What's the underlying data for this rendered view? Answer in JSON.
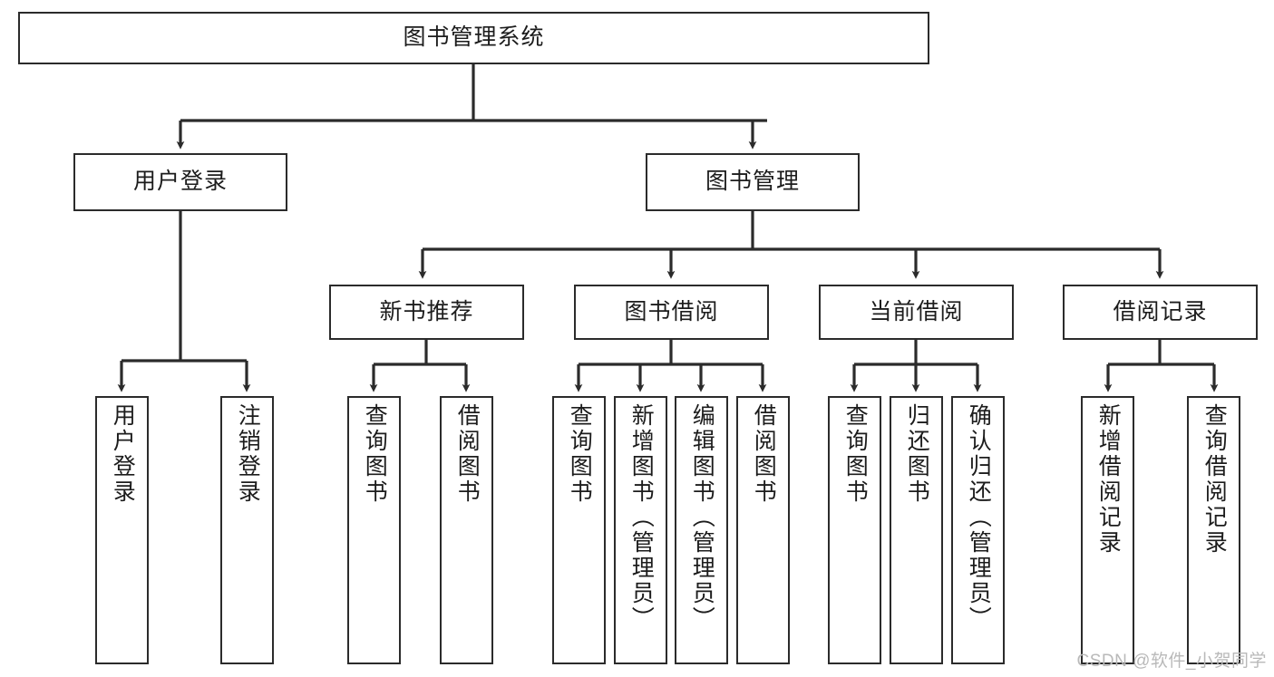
{
  "diagram": {
    "title": "图书管理系统",
    "type": "tree-hierarchy",
    "watermark": "CSDN @软件_小贺同学",
    "colors": {
      "box_border": "#2b2b2b",
      "box_fill": "#ffffff",
      "edge": "#2b2b2b",
      "text": "#1c1c1c",
      "watermark": "#b9b9b9",
      "background": "#ffffff"
    },
    "nodes": {
      "root": {
        "label": "图书管理系统"
      },
      "level1": [
        {
          "id": "user-login",
          "label": "用户登录"
        },
        {
          "id": "book-manage",
          "label": "图书管理"
        }
      ],
      "level2": [
        {
          "id": "new-book-recommend",
          "label": "新书推荐"
        },
        {
          "id": "book-borrow",
          "label": "图书借阅"
        },
        {
          "id": "current-borrow",
          "label": "当前借阅"
        },
        {
          "id": "borrow-record",
          "label": "借阅记录"
        }
      ],
      "leaves": {
        "user-login": [
          {
            "id": "leaf-user-login",
            "label": "用户登录"
          },
          {
            "id": "leaf-logout-login",
            "label": "注销登录"
          }
        ],
        "new-book-recommend": [
          {
            "id": "leaf-query-book-1",
            "label": "查询图书"
          },
          {
            "id": "leaf-borrow-book-1",
            "label": "借阅图书"
          }
        ],
        "book-borrow": [
          {
            "id": "leaf-query-book-2",
            "label": "查询图书"
          },
          {
            "id": "leaf-add-book",
            "label": "新增图书（管理员）"
          },
          {
            "id": "leaf-edit-book",
            "label": "编辑图书（管理员）"
          },
          {
            "id": "leaf-borrow-book-2",
            "label": "借阅图书"
          }
        ],
        "current-borrow": [
          {
            "id": "leaf-query-book-3",
            "label": "查询图书"
          },
          {
            "id": "leaf-return-book",
            "label": "归还图书"
          },
          {
            "id": "leaf-confirm-return",
            "label": "确认归还（管理员）"
          }
        ],
        "borrow-record": [
          {
            "id": "leaf-add-record",
            "label": "新增借阅记录"
          },
          {
            "id": "leaf-query-record",
            "label": "查询借阅记录"
          }
        ]
      }
    }
  }
}
